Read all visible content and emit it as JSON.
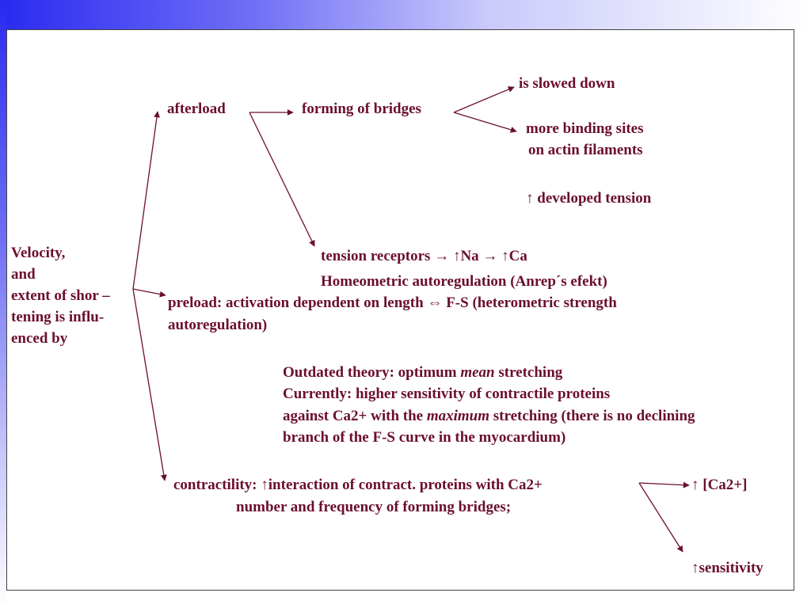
{
  "colors": {
    "text": "#6b0f2e",
    "arrow": "#6b0f2e",
    "accent_blue": "#2a2af0"
  },
  "diagram": {
    "root": [
      "Velocity,",
      "and",
      "extent of shor –",
      "tening is influ-",
      "enced by"
    ],
    "afterload": {
      "label": "afterload",
      "forming": "forming of bridges",
      "slowed": "is slowed down",
      "binding": [
        "more binding sites",
        "on actin filaments"
      ],
      "tension": "developed  tension",
      "receptors": "tension receptors",
      "na": "Na",
      "ca": "Ca",
      "homeometric": "Homeometric autoregulation (Anrep´s efekt)"
    },
    "preload": {
      "line1": "preload: activation dependent on length",
      "line1_rest": "F-S (heterometric strength",
      "line2": "autoregulation)",
      "theory_line1_pre": "Outdated theory: optimum",
      "theory_line1_em": "mean",
      "theory_line1_post": "stretching",
      "theory_line2": "Currently: higher sensitivity of contractile proteins",
      "theory_line3_pre": "against  Ca2+ with the",
      "theory_line3_em": "maximum",
      "theory_line3_post": "stretching (there is no declining",
      "theory_line4": "branch of the F-S curve in the myocardium)"
    },
    "contractility": {
      "label": "contractility:",
      "interaction": "interaction of contract. proteins with Ca2+",
      "number": "number and frequency of forming bridges;",
      "ca_conc": "[Ca2+]",
      "sensitivity": "sensitivity"
    },
    "symbols": {
      "up": "↑",
      "right": "→",
      "iff": "⇔"
    }
  }
}
